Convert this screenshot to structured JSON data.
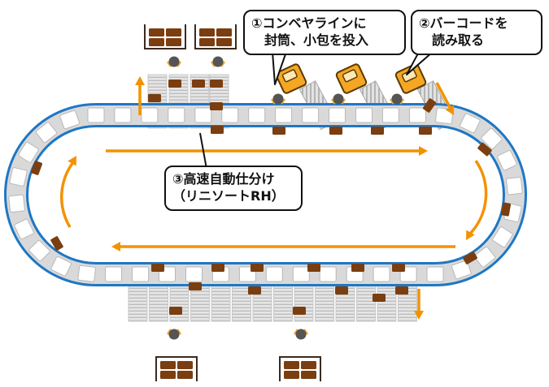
{
  "callouts": {
    "step1": "①コンベヤラインに\n　封筒、小包を投入",
    "step2": "②バーコードを\n　読み取る",
    "step3": "③高速自動仕分け\n（リニソートRH）"
  },
  "colors": {
    "track_border": "#1f77c4",
    "arrow": "#f39200",
    "parcel": "#7a3e10",
    "tray": "#ffffff",
    "chute": "#d8d8d8",
    "scanner": "#f5a623",
    "box_dark": "#3a2a20",
    "box_tile": "#7a3e10"
  },
  "icons": [
    "barcode-scanner-icon",
    "operator-icon",
    "parcel-icon",
    "collection-box-icon",
    "flow-arrow-icon"
  ]
}
